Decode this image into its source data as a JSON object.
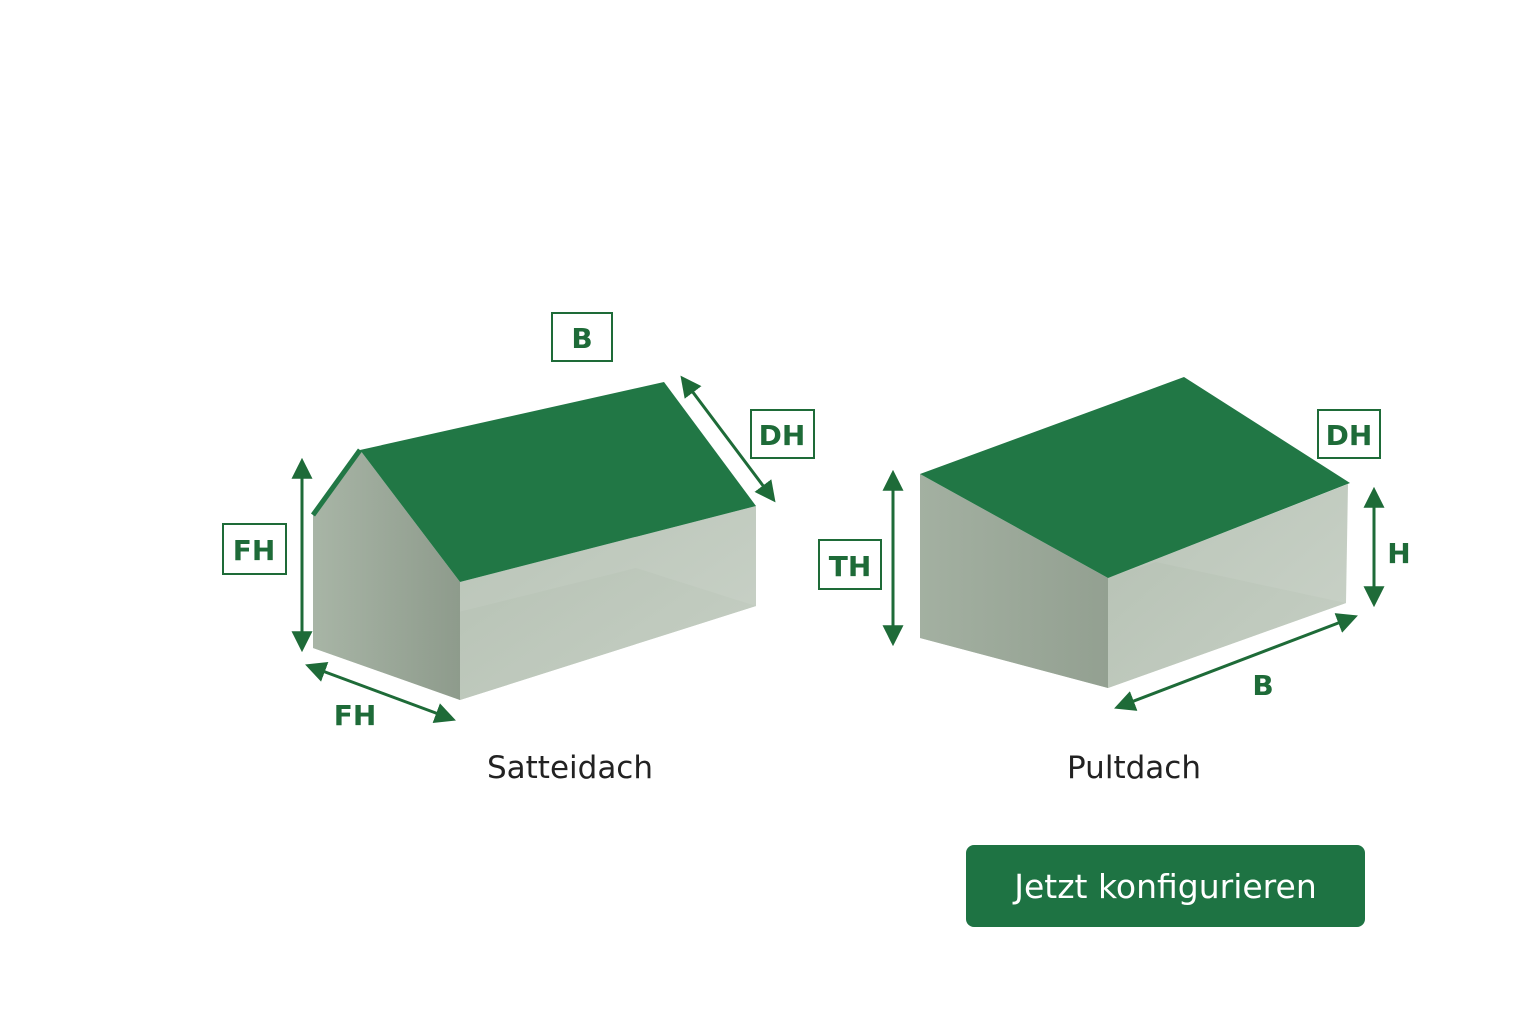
{
  "colors": {
    "accent": "#1e7343",
    "roof": "#217745",
    "wall": "#b4c0b2",
    "dimension": "#1e6b38"
  },
  "satteldach": {
    "caption": "Satteidach",
    "labels": {
      "b": "B",
      "dh": "DH",
      "fh_side": "FH",
      "fh_bottom": "FH"
    }
  },
  "pultdach": {
    "caption": "Pultdach",
    "labels": {
      "dh": "DH",
      "th": "TH",
      "h": "H",
      "b": "B"
    }
  },
  "cta": {
    "label": "Jetzt konfigurieren"
  }
}
